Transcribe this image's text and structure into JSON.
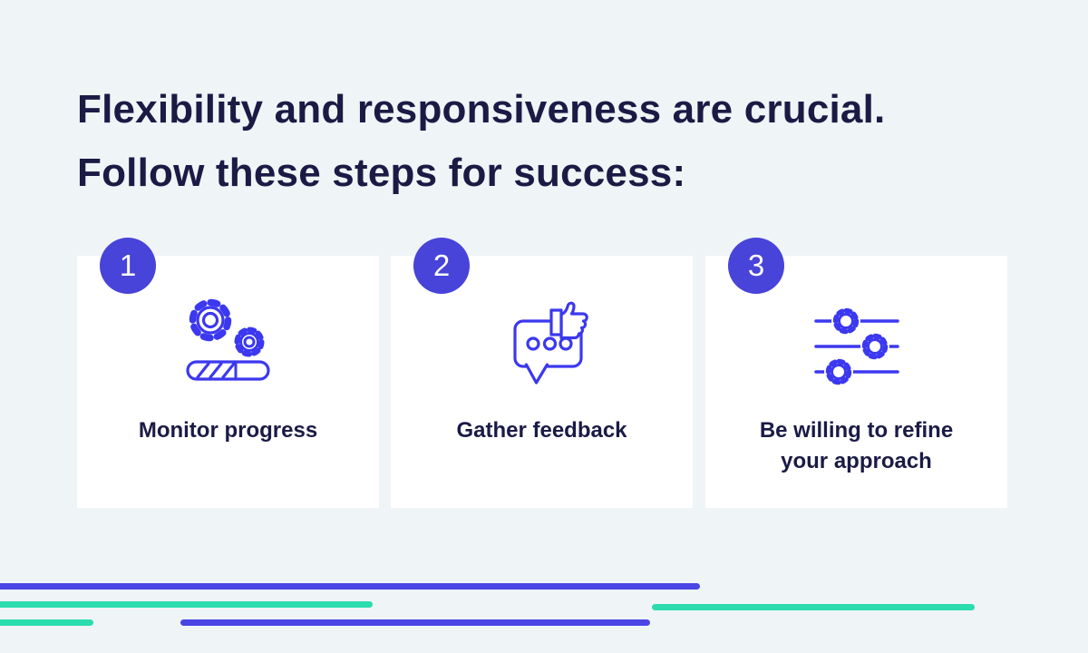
{
  "page": {
    "background_color": "#EFF4F6"
  },
  "heading": {
    "line1": "Flexibility and responsiveness are crucial.",
    "line2": "Follow these steps for success:"
  },
  "steps": [
    {
      "number": "1",
      "label": "Monitor progress",
      "icon": "gears-progress-icon"
    },
    {
      "number": "2",
      "label": "Gather feedback",
      "icon": "speech-bubble-thumbs-up-icon"
    },
    {
      "number": "3",
      "label": "Be willing to refine your approach",
      "icon": "sliders-gears-icon"
    }
  ],
  "colors": {
    "heading_text": "#1A1B45",
    "card_background": "#FFFFFF",
    "step_badge": "#4843D9",
    "icon_stroke": "#3C38EF",
    "decor_line_blue": "#4A45E4",
    "decor_line_teal": "#2BDCAE"
  }
}
